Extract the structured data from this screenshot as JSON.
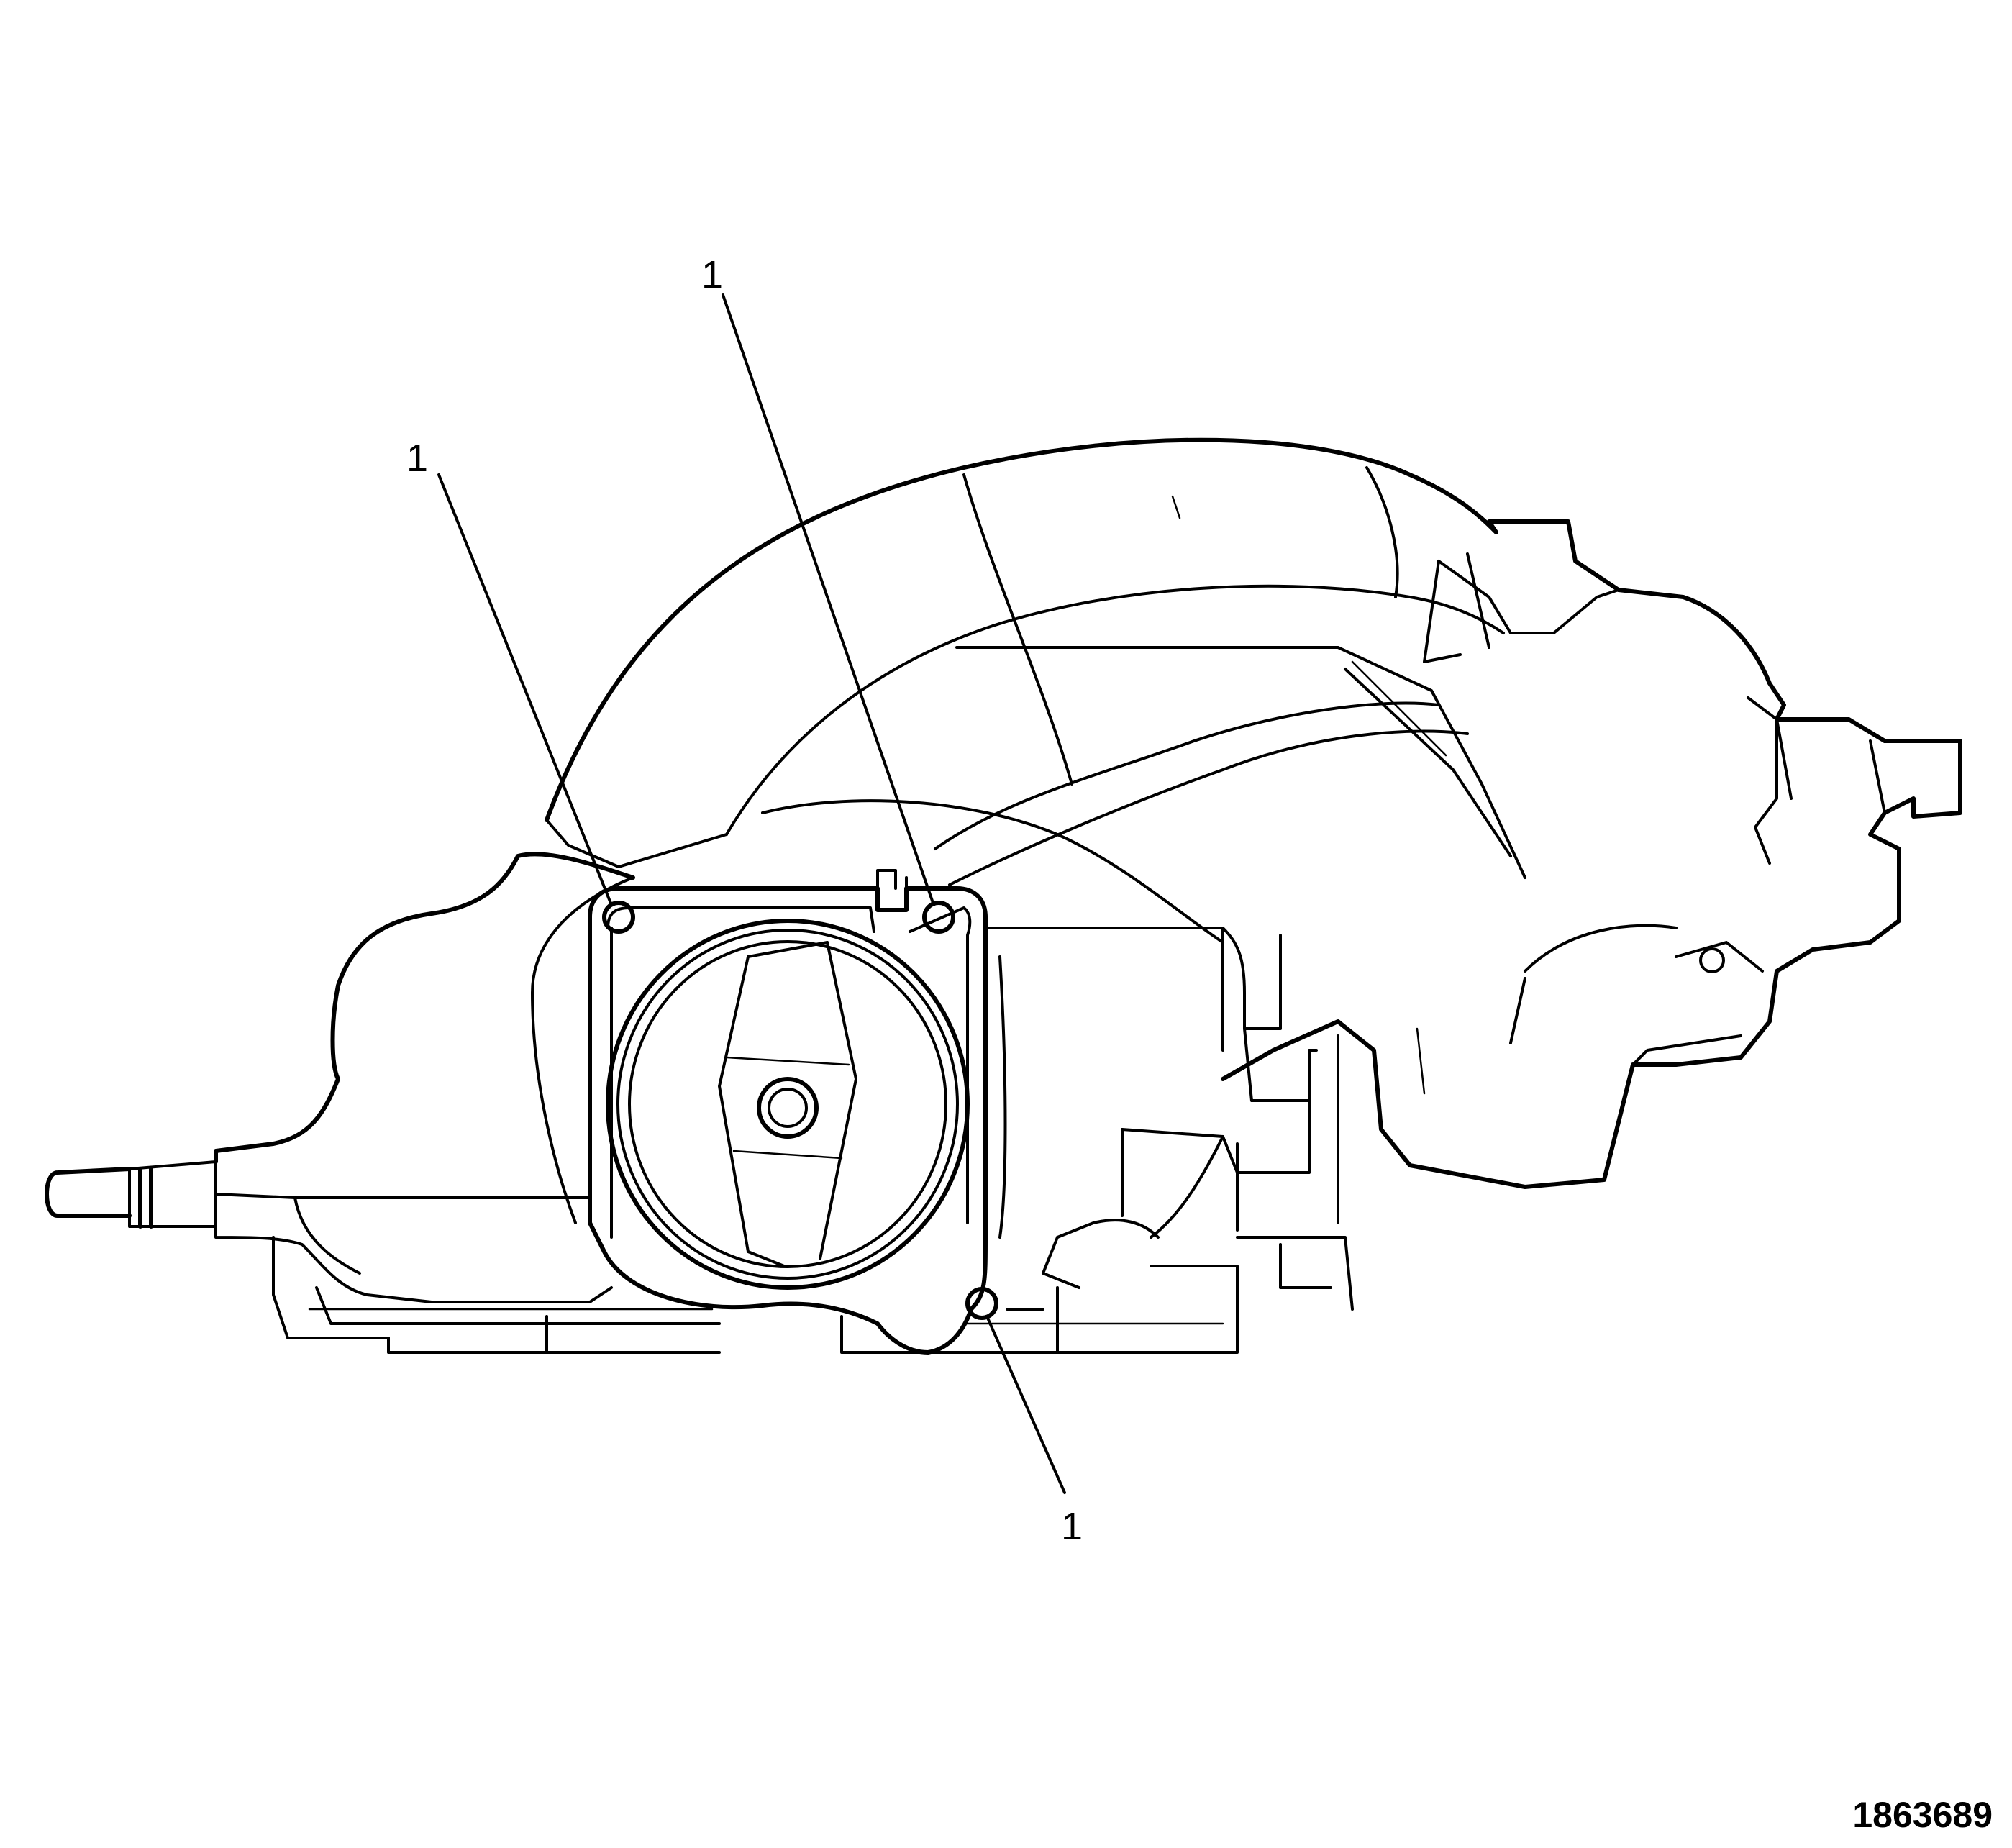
{
  "diagram": {
    "figure_number": "1863689",
    "callouts": [
      {
        "id": "callout-1a",
        "label": "1"
      },
      {
        "id": "callout-1b",
        "label": "1"
      },
      {
        "id": "callout-1c",
        "label": "1"
      }
    ]
  }
}
